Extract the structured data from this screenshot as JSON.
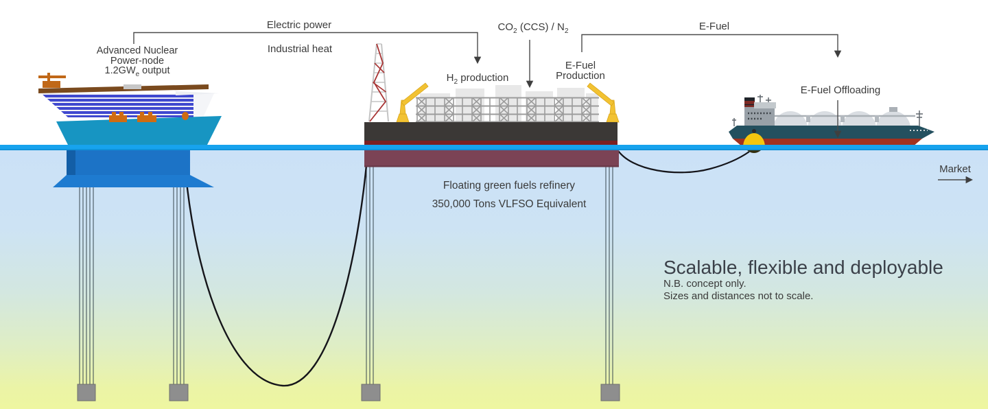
{
  "power_node": {
    "label_l1": "Advanced Nuclear",
    "label_l2": "Power-node",
    "label_l3_prefix": "1.2GW",
    "label_l3_sub": "e",
    "label_l3_suffix": " output"
  },
  "flows": {
    "electric_power": "Electric power",
    "industrial_heat": "Industrial heat",
    "co2": {
      "p1": "CO",
      "s1": "2",
      "p2": " (CCS) / N",
      "s2": "2"
    },
    "h2": {
      "p1": "H",
      "s1": "2",
      "p2": " production"
    },
    "efuel": "E-Fuel",
    "efuel_production_l1": "E-Fuel",
    "efuel_production_l2": "Production",
    "efuel_offloading": "E-Fuel Offloading",
    "market": "Market"
  },
  "refinery": {
    "name": "Floating green fuels refinery",
    "capacity": "350,000 Tons VLFSO Equivalent"
  },
  "footer": {
    "tagline": "Scalable, flexible and deployable",
    "note_l1": "N.B. concept only.",
    "note_l2": "Sizes and distances not to scale."
  },
  "colors": {
    "waterline": "#17a3ee",
    "waterline_edge": "#0d8fd8",
    "sea_top": "#cbe1f7",
    "sea_bottom": "#eef6a0",
    "power_node_teal": "#1795c2",
    "power_node_stripe_blue": "#3f48cf",
    "underwater_blue": "#1c73c6",
    "underwater_skirt": "#1e7bd0",
    "deck_brown": "#7a4a1e",
    "equipment_orange": "#cf6c12",
    "refinery_hull_gray": "#3b3836",
    "refinery_band_red": "#7c2022",
    "refinery_submerged_maroon": "#7b4355",
    "truss_gray": "#9b9b9b",
    "module_gray": "#e8e8e8",
    "flare_red": "#a83434",
    "flare_gray": "#c4c4c4",
    "crane_yellow": "#f2c232",
    "ship_teal": "#24505f",
    "ship_red": "#a2311f",
    "tank_gray": "#d9dde2",
    "superstructure_gray": "#99a1a8",
    "funnel_red": "#7e2a24",
    "buoy_yellow": "#f5c60f",
    "anchor_gray": "#8e8e8e",
    "cable_black": "#15151a",
    "annotation_line": "#4a4a4a",
    "text": "#3a3a3a"
  }
}
